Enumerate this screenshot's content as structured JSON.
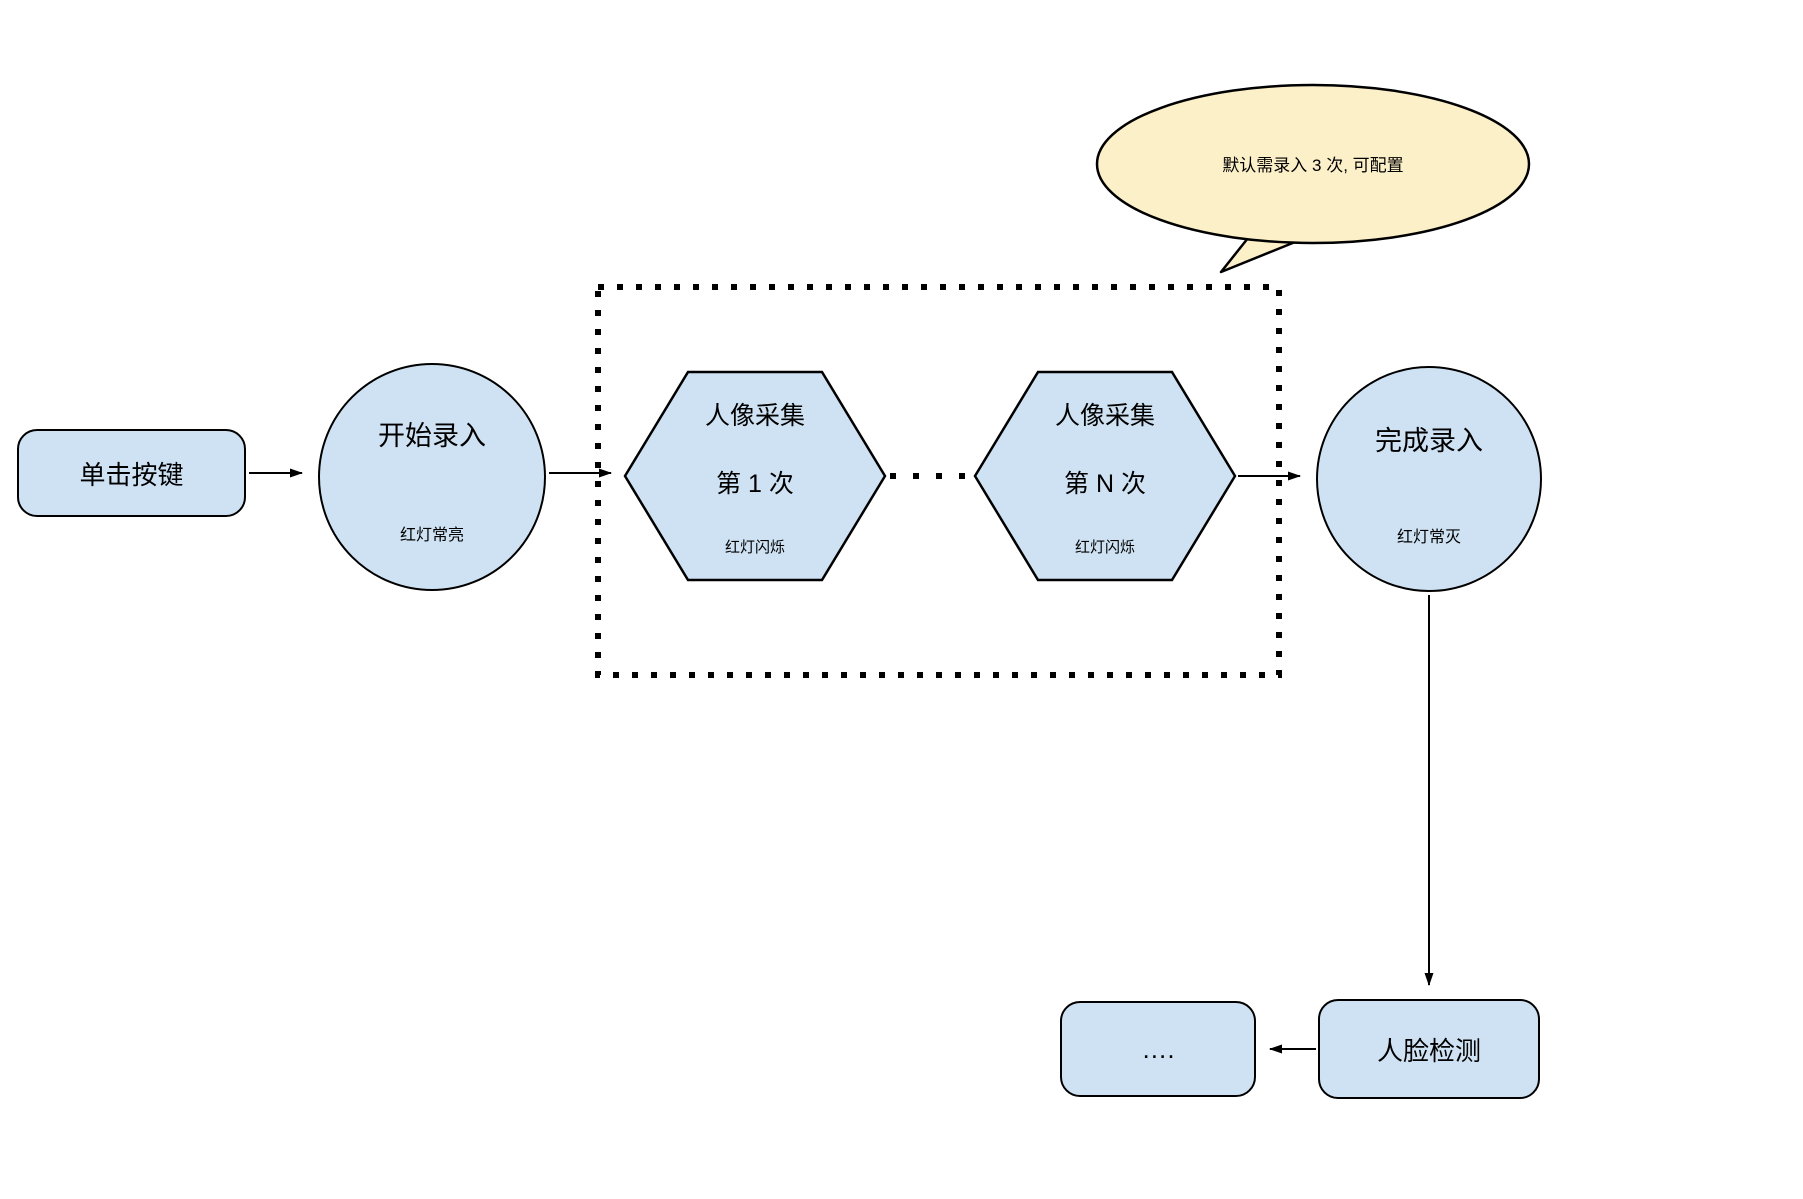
{
  "diagram": {
    "colors": {
      "node_fill": "#cfe2f3",
      "node_border": "#000000",
      "bubble_fill": "#fcf0c8",
      "bubble_border": "#000000",
      "line": "#000000"
    },
    "nodes": {
      "click_button": {
        "label": "单击按键"
      },
      "start": {
        "title": "开始录入",
        "subtitle": "红灯常亮"
      },
      "capture_1": {
        "title": "人像采集",
        "line2": "第 1 次",
        "subtitle": "红灯闪烁"
      },
      "capture_n": {
        "title": "人像采集",
        "line2": "第 N 次",
        "subtitle": "红灯闪烁"
      },
      "finish": {
        "title": "完成录入",
        "subtitle": "红灯常灭"
      },
      "face_detect": {
        "label": "人脸检测"
      },
      "etc": {
        "label": "…."
      }
    },
    "callout": {
      "text": "默认需录入 3 次, 可配置"
    }
  }
}
